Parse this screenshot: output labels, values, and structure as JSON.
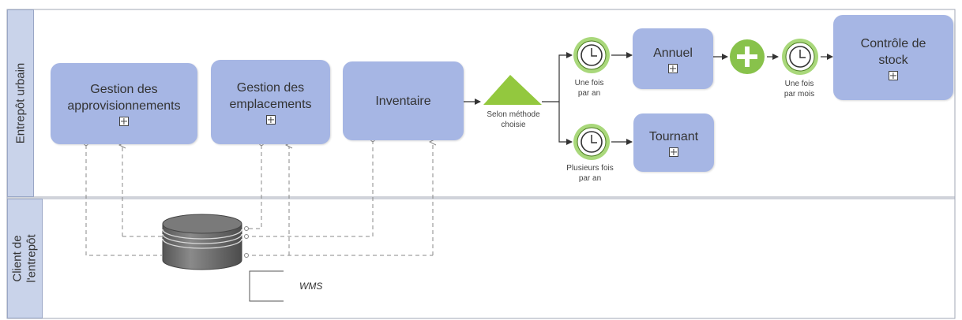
{
  "lanes": [
    {
      "label": "Entrepôt urbain"
    },
    {
      "label": "Client de\nl'entrepôt"
    }
  ],
  "tasks": {
    "gestion_appro": "Gestion des\napprovisionnements",
    "gestion_empl": "Gestion des\nemplacements",
    "inventaire": "Inventaire",
    "annuel": "Annuel",
    "tournant": "Tournant",
    "controle": "Contrôle de\nstock"
  },
  "gateway_label": "Selon méthode\nchoisie",
  "timers": {
    "une_fois_par_an": "Une fois\npar an",
    "plusieurs_fois": "Plusieurs fois\npar an",
    "une_fois_par_mois": "Une fois\npar mois"
  },
  "data_store": {
    "annotation": "WMS"
  },
  "colors": {
    "lane_fill": "#c9d3ea",
    "task_fill": "#a6b6e4",
    "gateway_fill": "#93c83e",
    "timer_ring": "#93c83e",
    "parallel_gateway": "#88c24b",
    "database": "#6b6b6b"
  }
}
